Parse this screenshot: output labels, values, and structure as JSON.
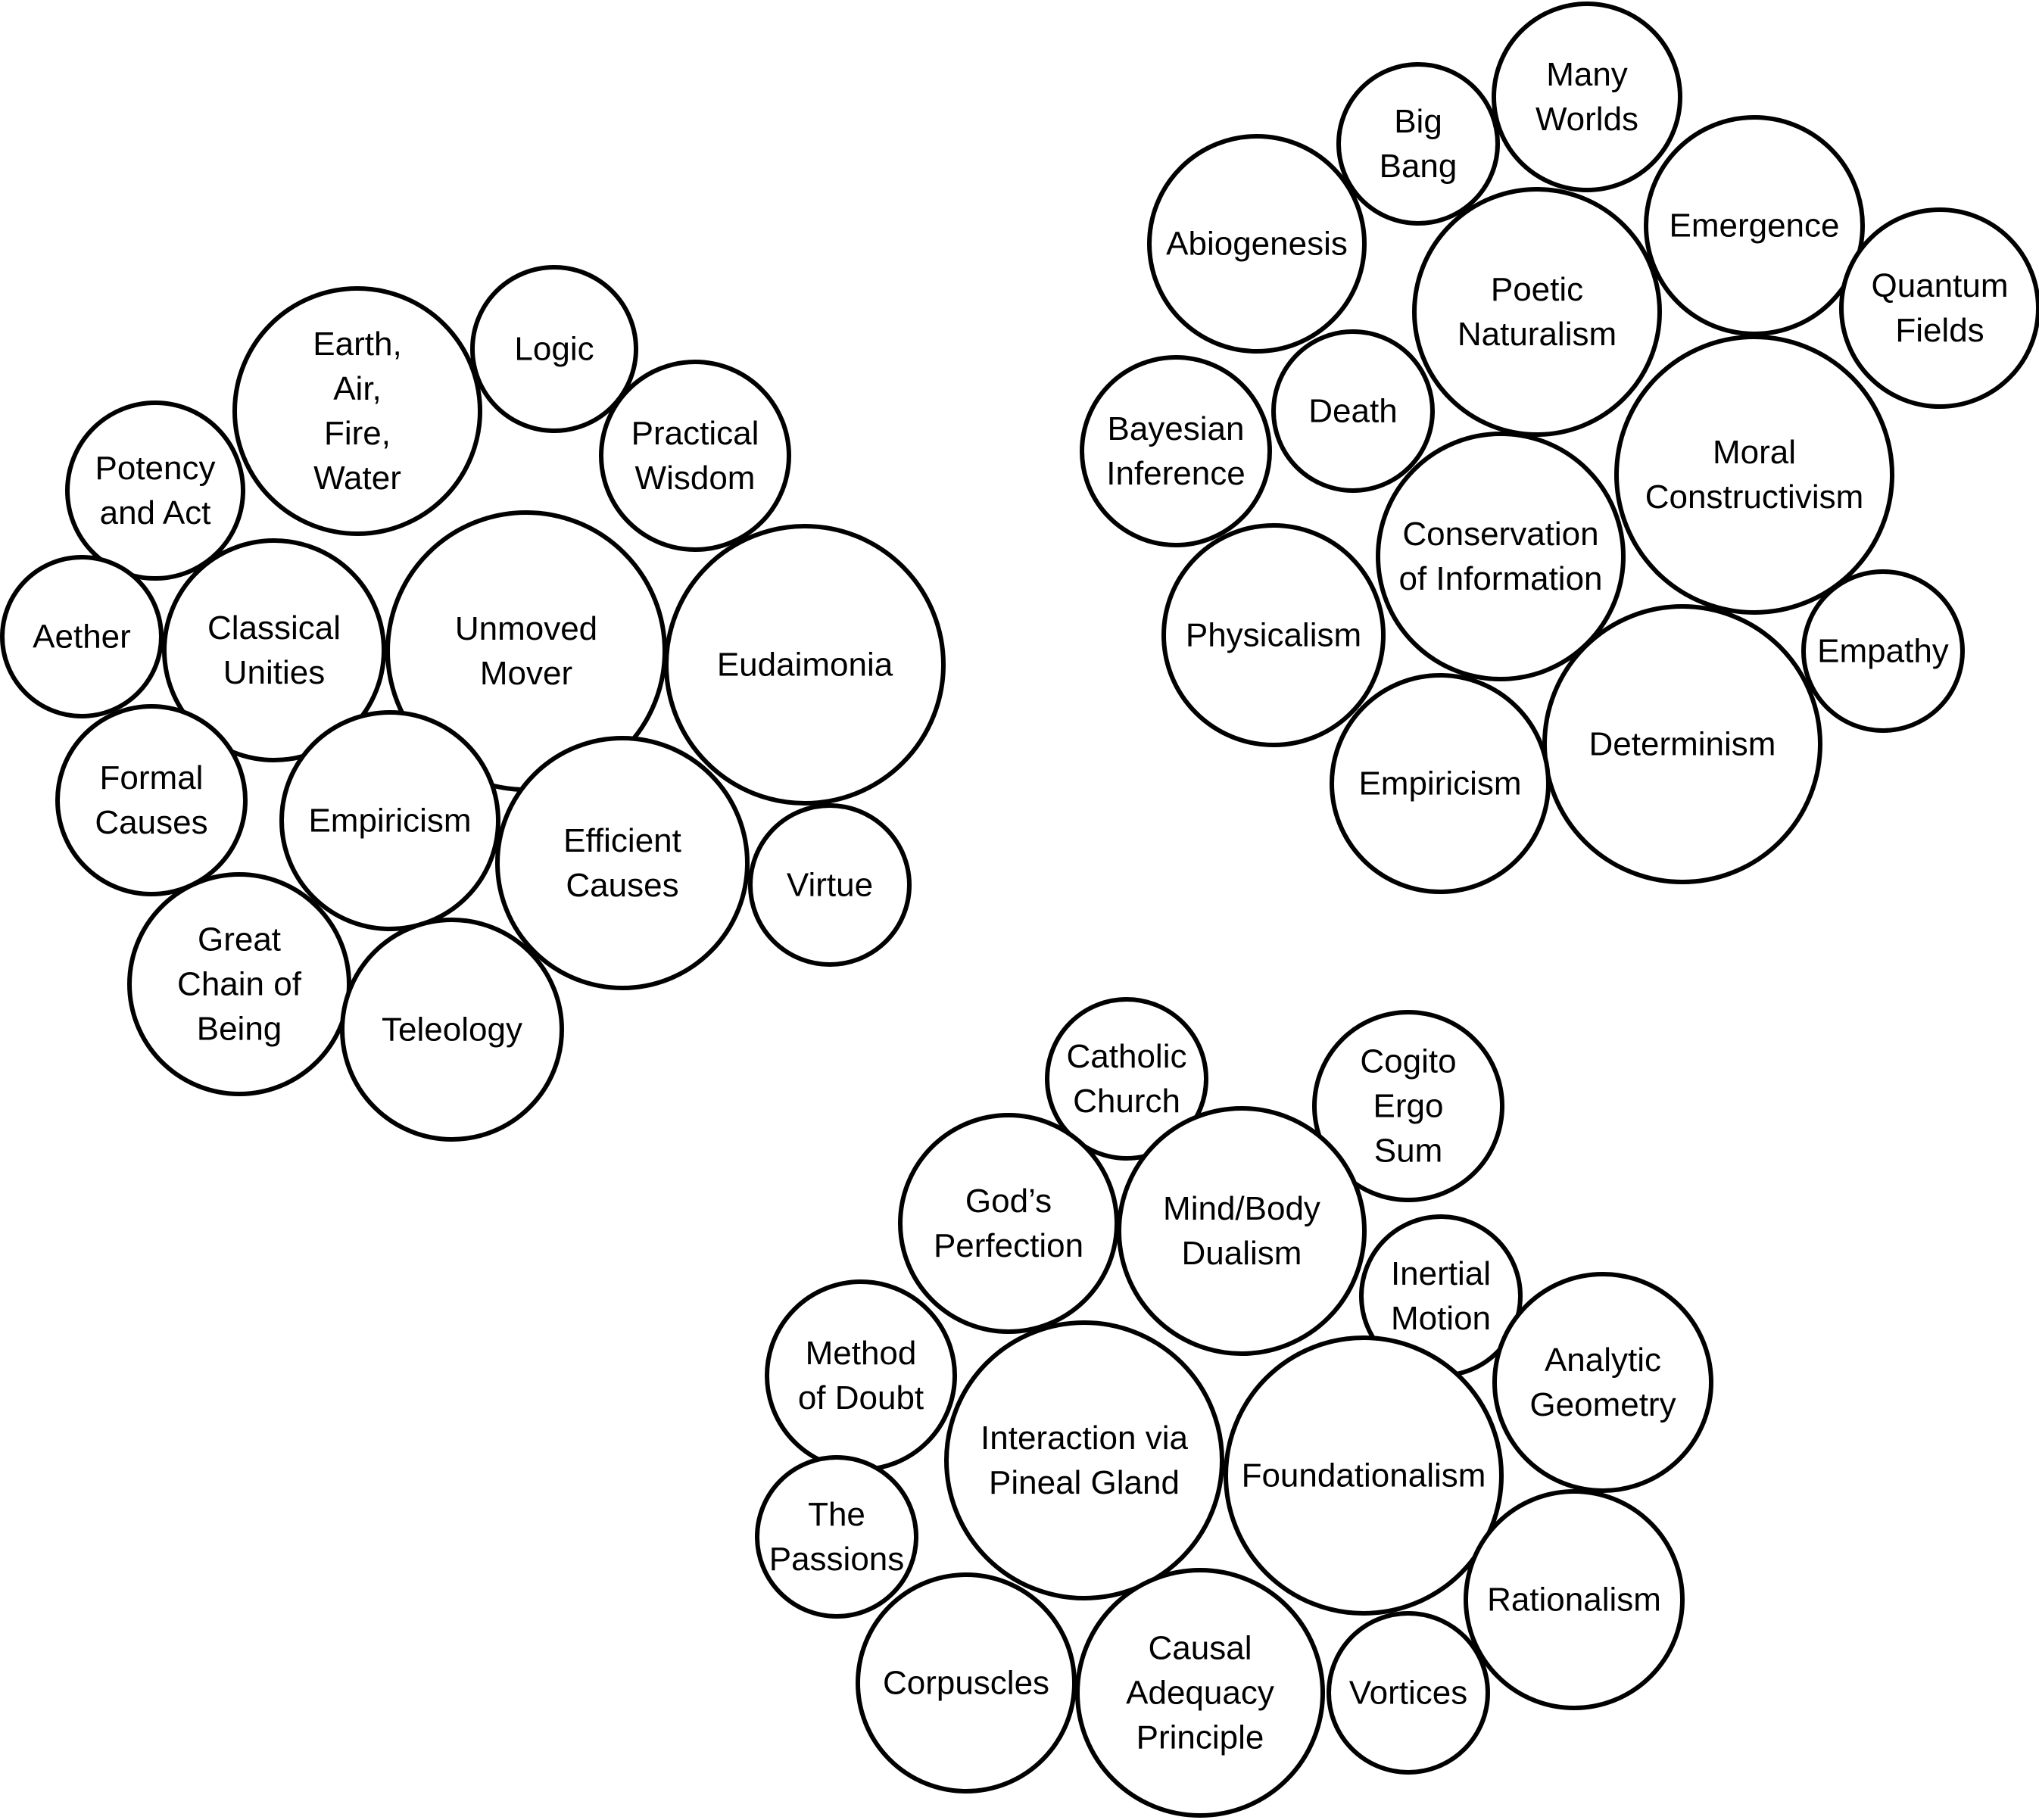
{
  "clusters": [
    {
      "bubbles": [
        {
          "lines": [
            "Earth,",
            "Air,",
            "Fire,",
            "Water"
          ]
        },
        {
          "lines": [
            "Logic"
          ]
        },
        {
          "lines": [
            "Potency",
            "and Act"
          ]
        },
        {
          "lines": [
            "Practical",
            "Wisdom"
          ]
        },
        {
          "lines": [
            "Aether"
          ]
        },
        {
          "lines": [
            "Classical",
            "Unities"
          ]
        },
        {
          "lines": [
            "Unmoved",
            "Mover"
          ]
        },
        {
          "lines": [
            "Eudaimonia"
          ]
        },
        {
          "lines": [
            "Formal",
            "Causes"
          ]
        },
        {
          "lines": [
            "Empiricism"
          ]
        },
        {
          "lines": [
            "Efficient",
            "Causes"
          ]
        },
        {
          "lines": [
            "Virtue"
          ]
        },
        {
          "lines": [
            "Great",
            "Chain of",
            "Being"
          ]
        },
        {
          "lines": [
            "Teleology"
          ]
        }
      ]
    },
    {
      "bubbles": [
        {
          "lines": [
            "Many",
            "Worlds"
          ]
        },
        {
          "lines": [
            "Big",
            "Bang"
          ]
        },
        {
          "lines": [
            "Abiogenesis"
          ]
        },
        {
          "lines": [
            "Emergence"
          ]
        },
        {
          "lines": [
            "Poetic",
            "Naturalism"
          ]
        },
        {
          "lines": [
            "Quantum",
            "Fields"
          ]
        },
        {
          "lines": [
            "Bayesian",
            "Inference"
          ]
        },
        {
          "lines": [
            "Death"
          ]
        },
        {
          "lines": [
            "Moral",
            "Constructivism"
          ]
        },
        {
          "lines": [
            "Conservation",
            "of Information"
          ]
        },
        {
          "lines": [
            "Physicalism"
          ]
        },
        {
          "lines": [
            "Empathy"
          ]
        },
        {
          "lines": [
            "Determinism"
          ]
        },
        {
          "lines": [
            "Empiricism"
          ]
        }
      ]
    },
    {
      "bubbles": [
        {
          "lines": [
            "Catholic",
            "Church"
          ]
        },
        {
          "lines": [
            "Cogito",
            "Ergo",
            "Sum"
          ]
        },
        {
          "lines": [
            "God’s",
            "Perfection"
          ]
        },
        {
          "lines": [
            "Mind/Body",
            "Dualism"
          ]
        },
        {
          "lines": [
            "Inertial",
            "Motion"
          ]
        },
        {
          "lines": [
            "Method",
            "of Doubt"
          ]
        },
        {
          "lines": [
            "Analytic",
            "Geometry"
          ]
        },
        {
          "lines": [
            "Interaction via",
            "Pineal Gland"
          ]
        },
        {
          "lines": [
            "Foundationalism"
          ]
        },
        {
          "lines": [
            "The",
            "Passions"
          ]
        },
        {
          "lines": [
            "Rationalism"
          ]
        },
        {
          "lines": [
            "Corpuscles"
          ]
        },
        {
          "lines": [
            "Causal",
            "Adequacy",
            "Principle"
          ]
        },
        {
          "lines": [
            "Vortices"
          ]
        }
      ]
    }
  ]
}
